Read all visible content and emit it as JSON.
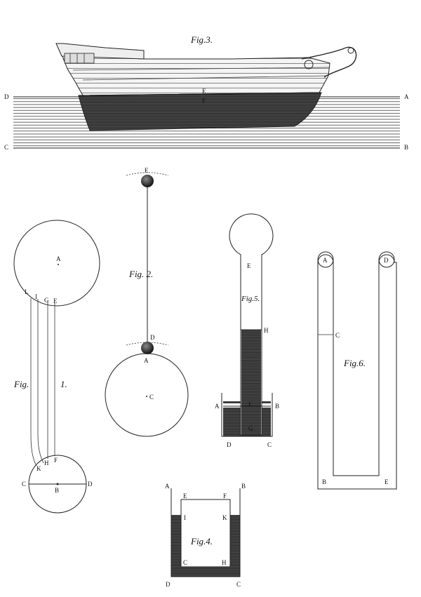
{
  "fig3": {
    "title": "Fig.3.",
    "labels": {
      "D": "D",
      "A": "A",
      "C": "C",
      "B": "B",
      "E": "E",
      "F": "F"
    }
  },
  "fig1": {
    "word1": "Fig.",
    "word2": "1.",
    "labels": {
      "A": "A",
      "L": "L",
      "I": "I",
      "G": "G",
      "E": "E",
      "K": "K",
      "H": "H",
      "F": "F",
      "C": "C",
      "B": "B",
      "D": "D"
    }
  },
  "fig2": {
    "title": "Fig. 2.",
    "labels": {
      "E": "E",
      "D": "D",
      "A": "A",
      "C": "C"
    }
  },
  "fig5": {
    "title": "Fig.5.",
    "labels": {
      "E": "E",
      "H": "H",
      "A": "A",
      "F": "F",
      "B": "B",
      "G": "G",
      "D": "D",
      "C": "C"
    }
  },
  "fig6": {
    "title": "Fig.6.",
    "labels": {
      "A": "A",
      "D": "D",
      "C": "C",
      "B": "B",
      "E": "E"
    }
  },
  "fig4": {
    "title": "Fig.4.",
    "labels": {
      "A": "A",
      "B": "B",
      "E": "E",
      "F": "F",
      "I": "I",
      "K": "K",
      "C": "C",
      "H": "H",
      "D": "D",
      "C2": "C"
    }
  },
  "colors": {
    "ink": "#222222",
    "water": "#555555",
    "paper": "#ffffff"
  }
}
